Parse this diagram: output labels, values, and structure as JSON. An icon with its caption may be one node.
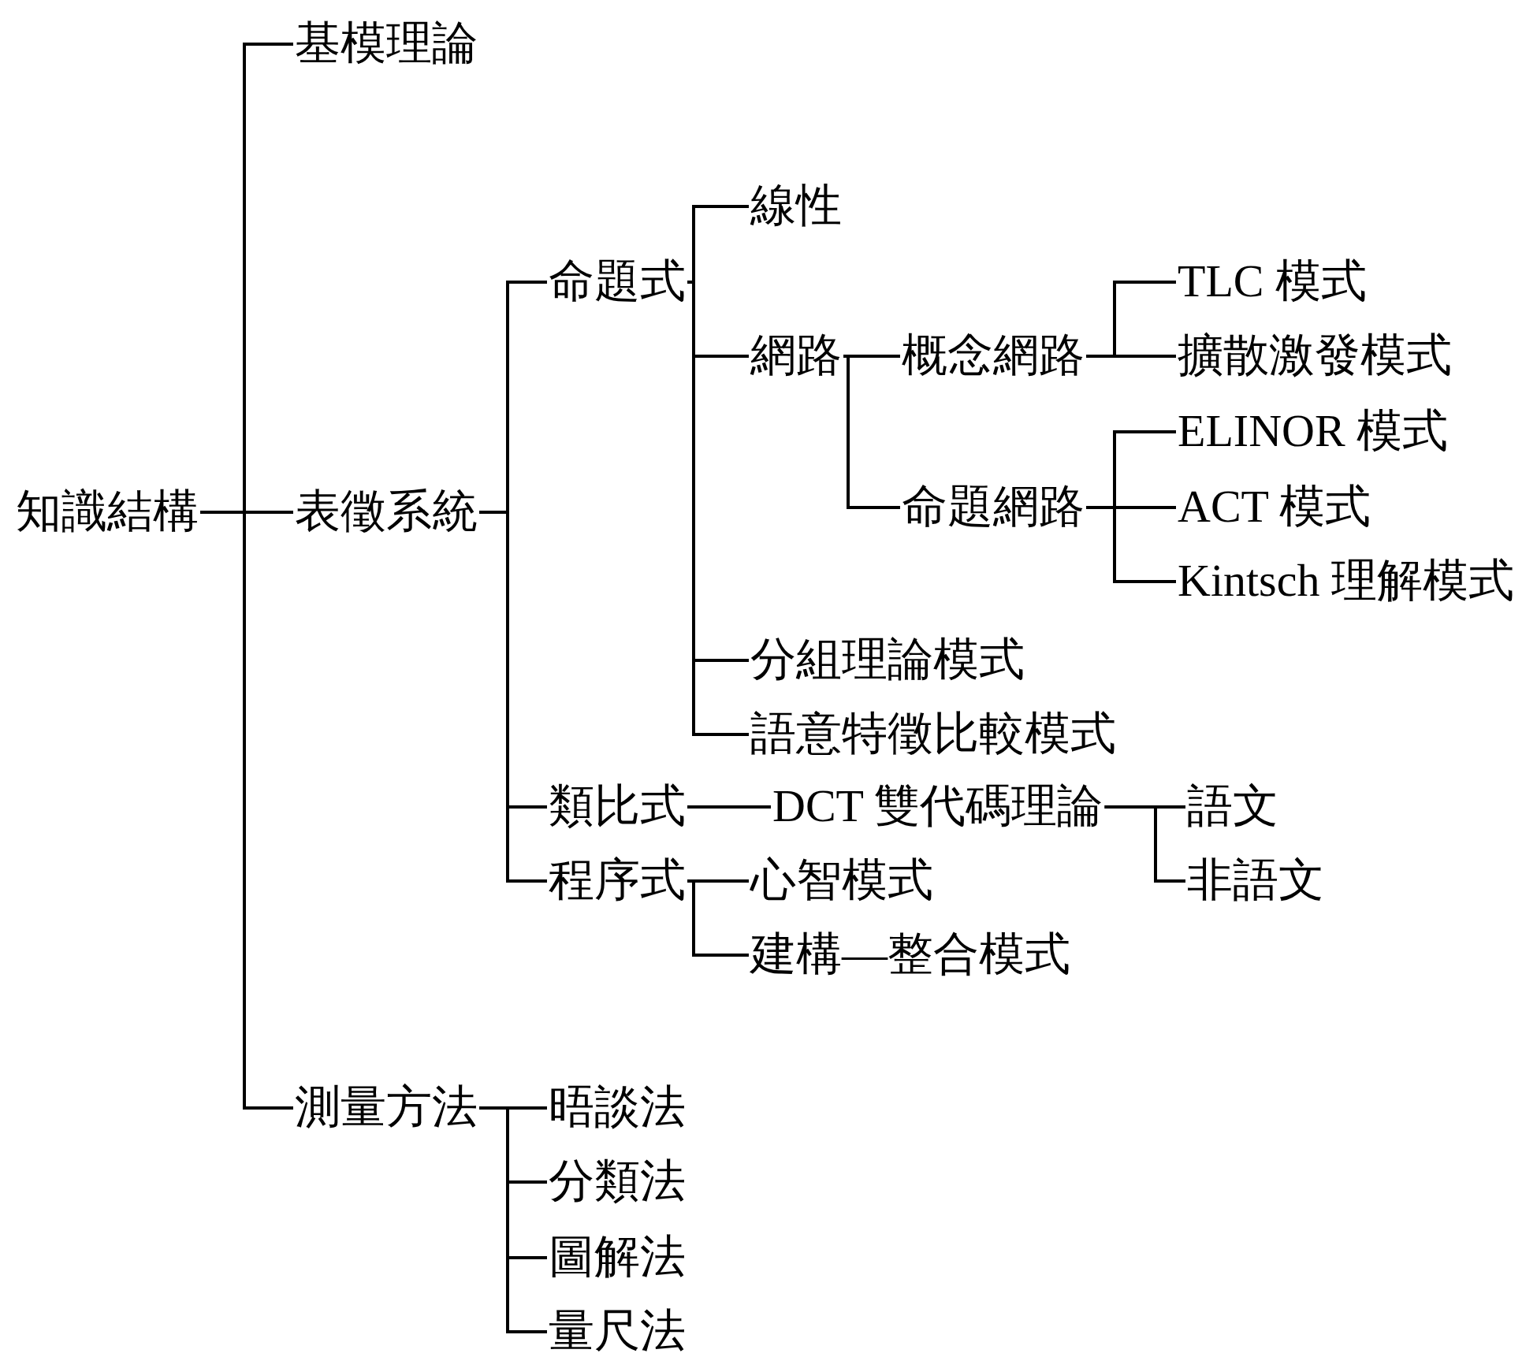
{
  "diagram": {
    "nodes": [
      {
        "text": [
          "知識結構"
        ]
      },
      {
        "text": [
          "基模理論"
        ]
      },
      {
        "text": [
          "表徵系統"
        ]
      },
      {
        "text": [
          "測量方法"
        ]
      },
      {
        "text": [
          "命題式"
        ]
      },
      {
        "text": [
          "類比式"
        ]
      },
      {
        "text": [
          "程序式"
        ]
      },
      {
        "text": [
          "線性"
        ]
      },
      {
        "text": [
          "網路"
        ]
      },
      {
        "text": [
          "分組理論模式"
        ]
      },
      {
        "text": [
          "語意特徵比較模式"
        ]
      },
      {
        "text": [
          "概念網路"
        ]
      },
      {
        "text": [
          "命題網路"
        ]
      },
      {
        "text": [
          "TLC 模式"
        ]
      },
      {
        "text": [
          "擴散激發模式"
        ]
      },
      {
        "text": [
          "ELINOR 模式"
        ]
      },
      {
        "text": [
          "ACT 模式"
        ]
      },
      {
        "text": [
          "Kintsch 理解模式"
        ]
      },
      {
        "text": [
          "DCT 雙代碼理論"
        ]
      },
      {
        "text": [
          "語文"
        ]
      },
      {
        "text": [
          "非語文"
        ]
      },
      {
        "text": [
          "心智模式"
        ]
      },
      {
        "text": [
          "建構—整合模式"
        ]
      },
      {
        "text": [
          "晤談法"
        ]
      },
      {
        "text": [
          "分類法"
        ]
      },
      {
        "text": [
          "圖解法"
        ]
      },
      {
        "text": [
          "量尺法"
        ]
      }
    ],
    "edges": [
      {
        "from": 0,
        "to": 1,
        "arrow": "none"
      },
      {
        "from": 0,
        "to": 2,
        "arrow": "none"
      },
      {
        "from": 0,
        "to": 3,
        "arrow": "none"
      },
      {
        "from": 2,
        "to": 4,
        "arrow": "none"
      },
      {
        "from": 2,
        "to": 5,
        "arrow": "none"
      },
      {
        "from": 2,
        "to": 6,
        "arrow": "none"
      },
      {
        "from": 4,
        "to": 7,
        "arrow": "none"
      },
      {
        "from": 4,
        "to": 8,
        "arrow": "none"
      },
      {
        "from": 4,
        "to": 9,
        "arrow": "none"
      },
      {
        "from": 4,
        "to": 10,
        "arrow": "none"
      },
      {
        "from": 8,
        "to": 11,
        "arrow": "none"
      },
      {
        "from": 8,
        "to": 12,
        "arrow": "none"
      },
      {
        "from": 11,
        "to": 13,
        "arrow": "none"
      },
      {
        "from": 11,
        "to": 14,
        "arrow": "none"
      },
      {
        "from": 12,
        "to": 15,
        "arrow": "none"
      },
      {
        "from": 12,
        "to": 16,
        "arrow": "none"
      },
      {
        "from": 12,
        "to": 17,
        "arrow": "none"
      },
      {
        "from": 5,
        "to": 18,
        "arrow": "none"
      },
      {
        "from": 18,
        "to": 19,
        "arrow": "none"
      },
      {
        "from": 18,
        "to": 20,
        "arrow": "none"
      },
      {
        "from": 6,
        "to": 21,
        "arrow": "none"
      },
      {
        "from": 6,
        "to": 22,
        "arrow": "none"
      },
      {
        "from": 3,
        "to": 23,
        "arrow": "none"
      },
      {
        "from": 3,
        "to": 24,
        "arrow": "none"
      },
      {
        "from": 3,
        "to": 25,
        "arrow": "none"
      },
      {
        "from": 3,
        "to": 26,
        "arrow": "none"
      }
    ]
  }
}
